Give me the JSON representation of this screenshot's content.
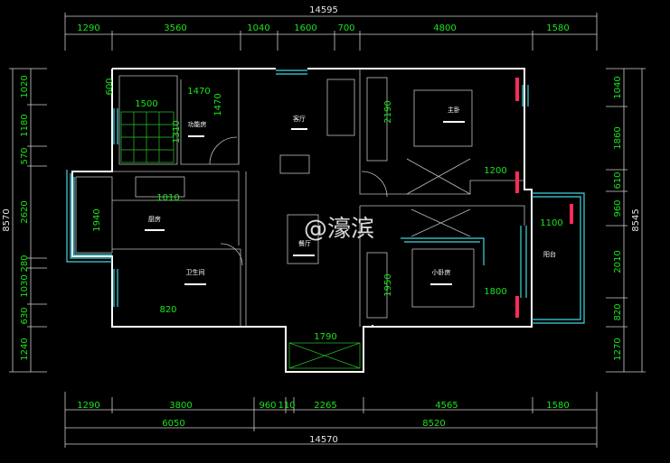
{
  "dimensions": {
    "overall_top": "14595",
    "top_segments": [
      "1290",
      "3560",
      "1040",
      "1600",
      "700",
      "4800",
      "1580"
    ],
    "bottom_row1": [
      "1290",
      "3800",
      "960",
      "110",
      "2265",
      "4565",
      "1580"
    ],
    "bottom_row2": [
      "6050",
      "8520"
    ],
    "overall_bottom": "14570",
    "left_total": "8570",
    "left_segments": [
      "1020",
      "1180",
      "570",
      "2620",
      "280",
      "1030",
      "630",
      "1240"
    ],
    "right_total": "8545",
    "right_segments": [
      "1040",
      "1860",
      "610",
      "960",
      "2010",
      "820",
      "1270"
    ],
    "interior": [
      "600",
      "1500",
      "1470",
      "1470",
      "1310",
      "1010",
      "1940",
      "2190",
      "1200",
      "1100",
      "1950",
      "1800",
      "1790",
      "820"
    ]
  },
  "rooms": {
    "multi_function": "功能房",
    "living": "客厅",
    "master_bedroom": "主卧",
    "kitchen": "厨房",
    "dining": "餐厅",
    "bathroom": "卫生间",
    "small_bedroom": "小卧房",
    "balcony": "阳台"
  },
  "watermark": "@濠滨"
}
